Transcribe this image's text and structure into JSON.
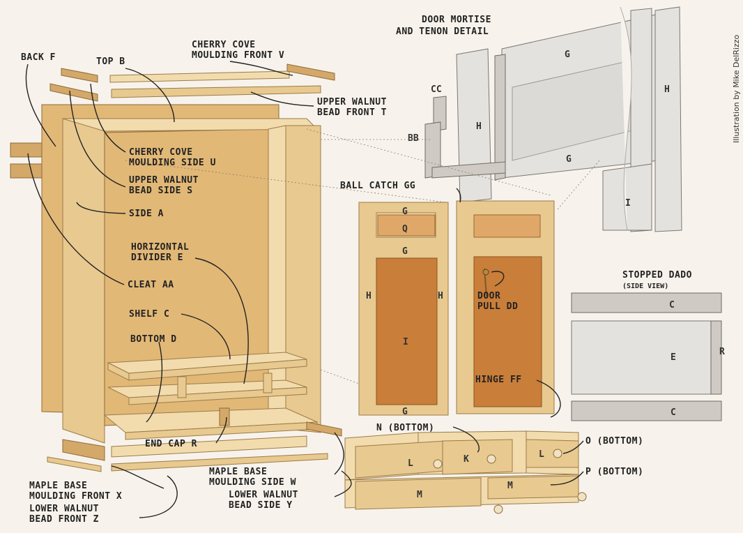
{
  "credit": "Illustration by Mike DelRizzo",
  "detail_titles": {
    "mortise_line1": "DOOR MORTISE",
    "mortise_line2": "AND TENON DETAIL",
    "dado_line1": "STOPPED DADO",
    "dado_line2": "(SIDE VIEW)"
  },
  "labels": {
    "back_f": "BACK F",
    "top_b": "TOP B",
    "cherry_front_1": "CHERRY COVE",
    "cherry_front_2": "MOULDING FRONT V",
    "upper_walnut_front_1": "UPPER WALNUT",
    "upper_walnut_front_2": "BEAD FRONT T",
    "cherry_side_1": "CHERRY COVE",
    "cherry_side_2": "MOULDING SIDE U",
    "upper_walnut_side_1": "UPPER WALNUT",
    "upper_walnut_side_2": "BEAD SIDE S",
    "side_a": "SIDE A",
    "horiz_div_1": "HORIZONTAL",
    "horiz_div_2": "DIVIDER E",
    "cleat_aa": "CLEAT AA",
    "shelf_c": "SHELF C",
    "bottom_d": "BOTTOM D",
    "end_cap_r": "END CAP R",
    "maple_side_1": "MAPLE BASE",
    "maple_side_2": "MOULDING SIDE W",
    "maple_front_1": "MAPLE BASE",
    "maple_front_2": "MOULDING FRONT X",
    "lower_walnut_side_1": "LOWER WALNUT",
    "lower_walnut_side_2": "BEAD SIDE Y",
    "lower_walnut_front_1": "LOWER WALNUT",
    "lower_walnut_front_2": "BEAD FRONT Z",
    "ball_catch": "BALL CATCH GG",
    "door_pull_1": "DOOR",
    "door_pull_2": "PULL DD",
    "hinge": "HINGE FF",
    "n_bottom": "N (BOTTOM)",
    "o_bottom": "O (BOTTOM)",
    "p_bottom": "P (BOTTOM)"
  },
  "part_letters": {
    "door_g_top": "G",
    "door_q": "Q",
    "door_g_mid": "G",
    "door_h_left": "H",
    "door_h_right": "H",
    "door_i": "I",
    "door_g_bottom": "G",
    "drawer_l_left": "L",
    "drawer_k": "K",
    "drawer_l_right": "L",
    "drawer_m_left": "M",
    "drawer_m_right": "M",
    "mt_g_top": "G",
    "mt_g_mid": "G",
    "mt_h_left": "H",
    "mt_h_right": "H",
    "mt_i": "I",
    "mt_cc": "CC",
    "mt_bb": "BB",
    "dado_c_top": "C",
    "dado_e": "E",
    "dado_r": "R",
    "dado_c_bottom": "C"
  },
  "colors": {
    "background": "#f7f3ec",
    "wood": "#e8c98f",
    "panel": "#c97e3a",
    "ink": "#222222"
  }
}
